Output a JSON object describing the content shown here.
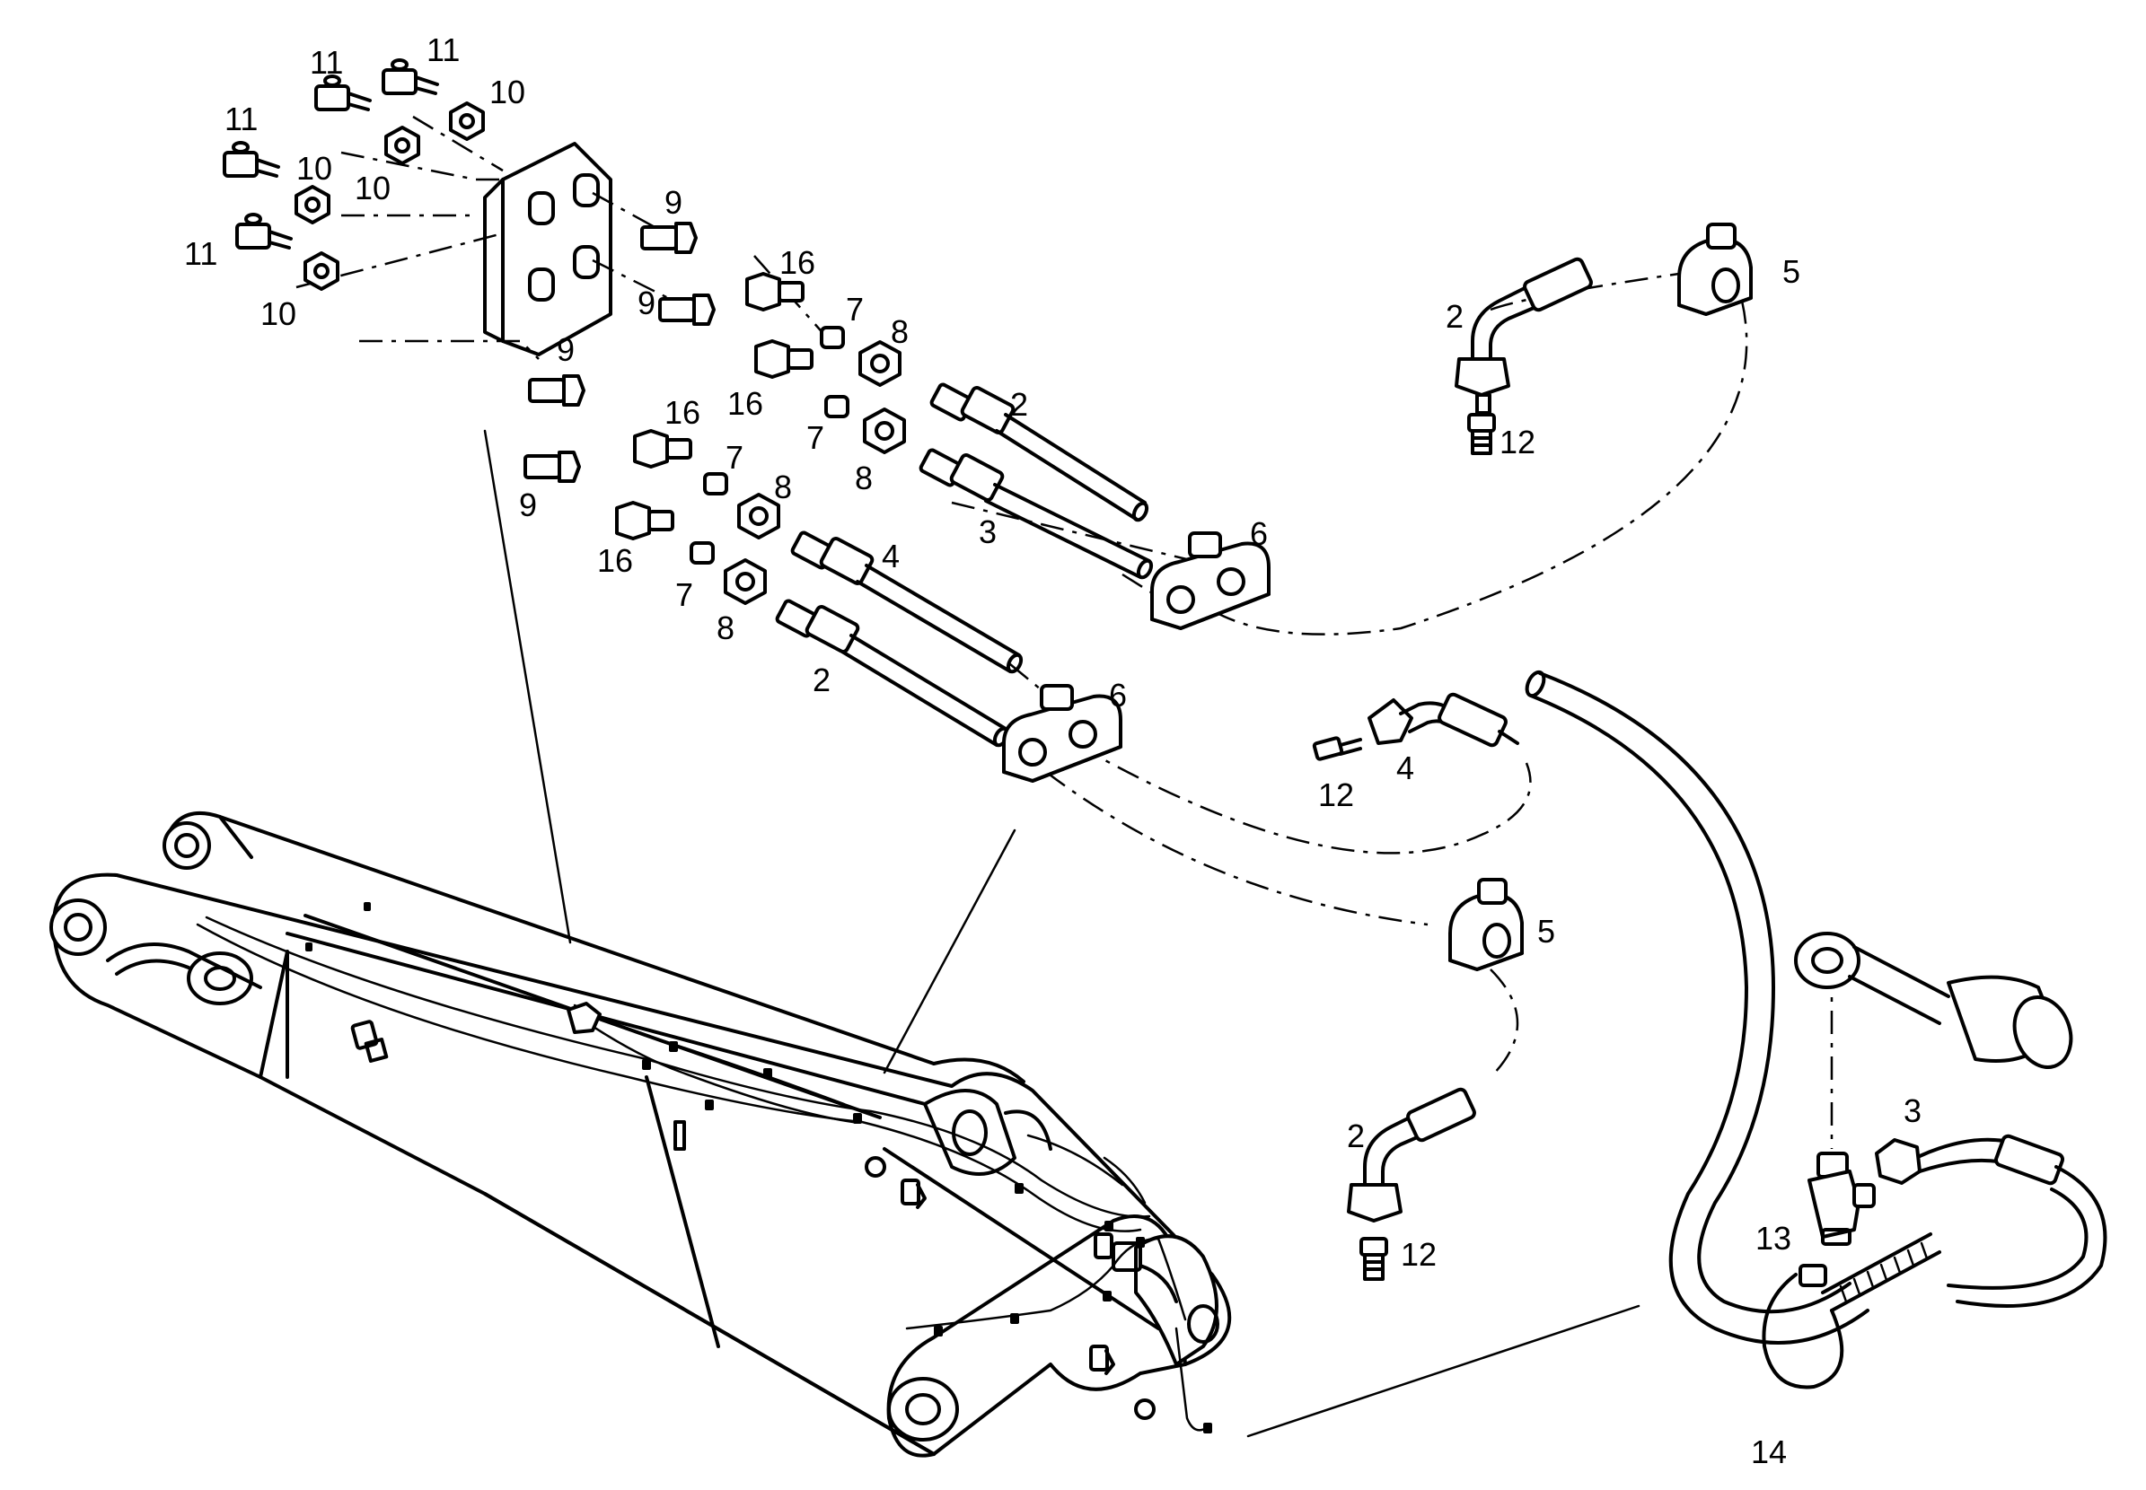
{
  "callouts": {
    "c_11a": "11",
    "c_11b": "11",
    "c_11c": "11",
    "c_11d": "11",
    "c_10a": "10",
    "c_10b": "10",
    "c_10c": "10",
    "c_10d": "10",
    "c_9a": "9",
    "c_9b": "9",
    "c_9c": "9",
    "c_9d": "9",
    "c_16a": "16",
    "c_16b": "16",
    "c_16c": "16",
    "c_16d": "16",
    "c_7a": "7",
    "c_7b": "7",
    "c_7c": "7",
    "c_7d": "7",
    "c_8a": "8",
    "c_8b": "8",
    "c_8c": "8",
    "c_8d": "8",
    "c_2a": "2",
    "c_2b": "2",
    "c_2c": "2",
    "c_2d": "2",
    "c_3a": "3",
    "c_3b": "3",
    "c_4a": "4",
    "c_4b": "4",
    "c_5a": "5",
    "c_5b": "5",
    "c_6a": "6",
    "c_6b": "6",
    "c_12a": "12",
    "c_12b": "12",
    "c_12c": "12",
    "c_13": "13",
    "c_14": "14"
  }
}
